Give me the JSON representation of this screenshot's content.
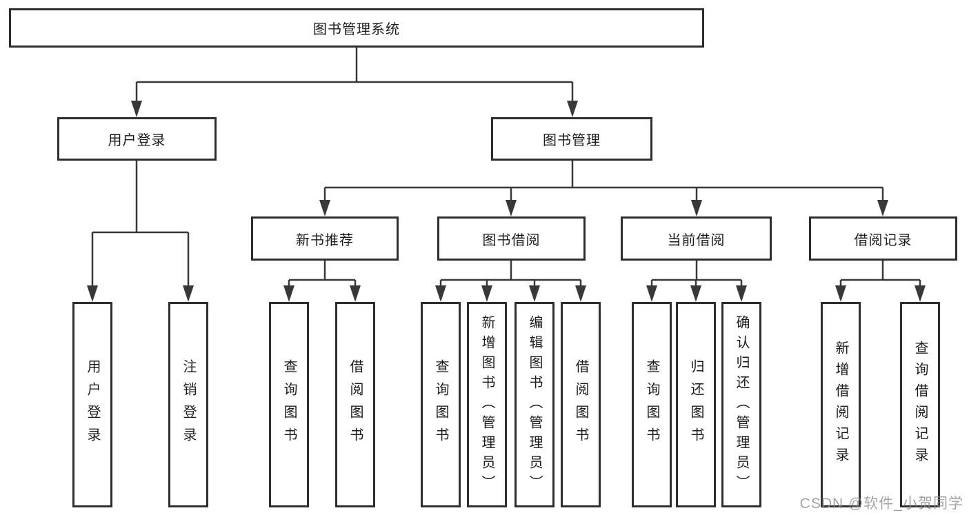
{
  "diagram": {
    "type": "hierarchy-tree",
    "colors": {
      "box_border": "#2e2e2e",
      "line": "#383838",
      "text": "#1c1c1c",
      "background": "#ffffff",
      "watermark": "#8c8c8c"
    },
    "tree": {
      "label": "图书管理系统",
      "children": [
        {
          "label": "用户登录",
          "children": [
            {
              "label": "用户登录"
            },
            {
              "label": "注销登录"
            }
          ]
        },
        {
          "label": "图书管理",
          "children": [
            {
              "label": "新书推荐",
              "children": [
                {
                  "label": "查询图书"
                },
                {
                  "label": "借阅图书"
                }
              ]
            },
            {
              "label": "图书借阅",
              "children": [
                {
                  "label": "查询图书"
                },
                {
                  "label": "新增图书（管理员）"
                },
                {
                  "label": "编辑图书（管理员）"
                },
                {
                  "label": "借阅图书"
                }
              ]
            },
            {
              "label": "当前借阅",
              "children": [
                {
                  "label": "查询图书"
                },
                {
                  "label": "归还图书"
                },
                {
                  "label": "确认归还（管理员）"
                }
              ]
            },
            {
              "label": "借阅记录",
              "children": [
                {
                  "label": "新增借阅记录"
                },
                {
                  "label": "查询借阅记录"
                }
              ]
            }
          ]
        }
      ]
    },
    "watermark": "CSDN @软件_小贺同学"
  }
}
